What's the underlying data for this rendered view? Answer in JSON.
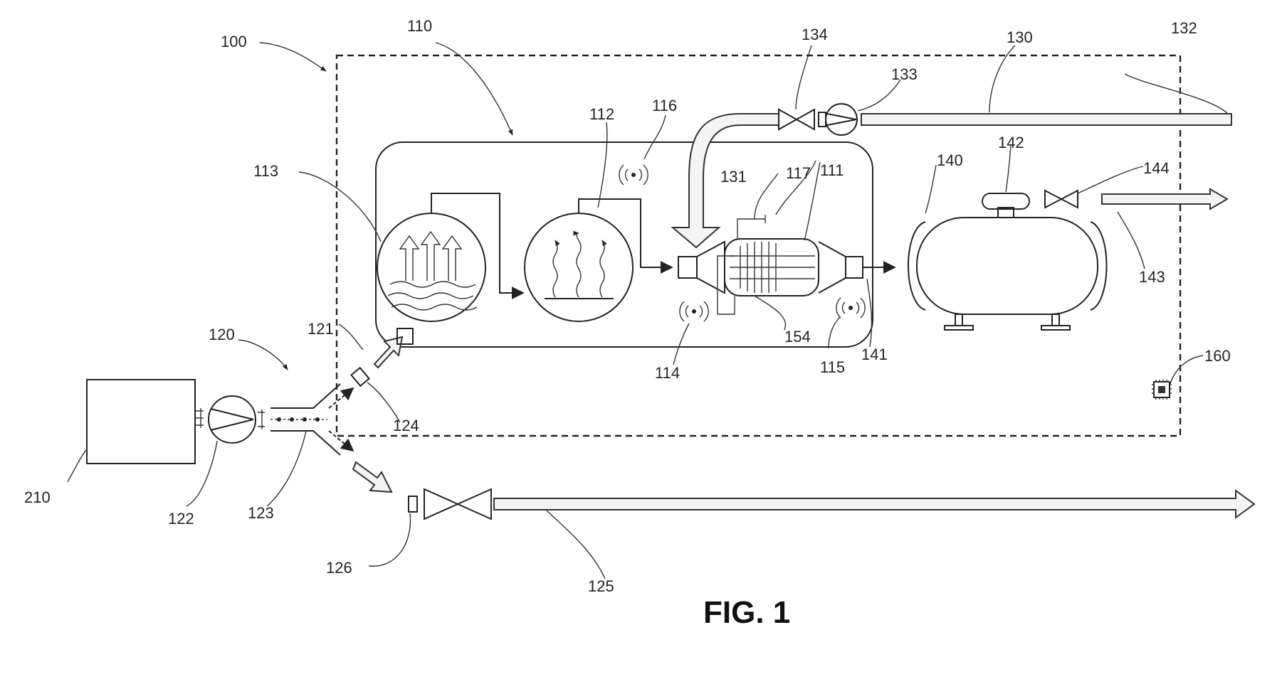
{
  "figure": {
    "caption": "FIG. 1",
    "labels": {
      "n100": "100",
      "n110": "110",
      "n111": "111",
      "n112": "112",
      "n113": "113",
      "n114": "114",
      "n115": "115",
      "n116": "116",
      "n117": "117",
      "n120": "120",
      "n121": "121",
      "n122": "122",
      "n123": "123",
      "n124": "124",
      "n125": "125",
      "n126": "126",
      "n130": "130",
      "n131": "131",
      "n132": "132",
      "n133": "133",
      "n134": "134",
      "n140": "140",
      "n141": "141",
      "n142": "142",
      "n143": "143",
      "n144": "144",
      "n154": "154",
      "n160": "160",
      "n210": "210"
    }
  },
  "colors": {
    "ink": "#222222",
    "paper": "#ffffff",
    "pipe_fill": "#f4f4f4"
  }
}
